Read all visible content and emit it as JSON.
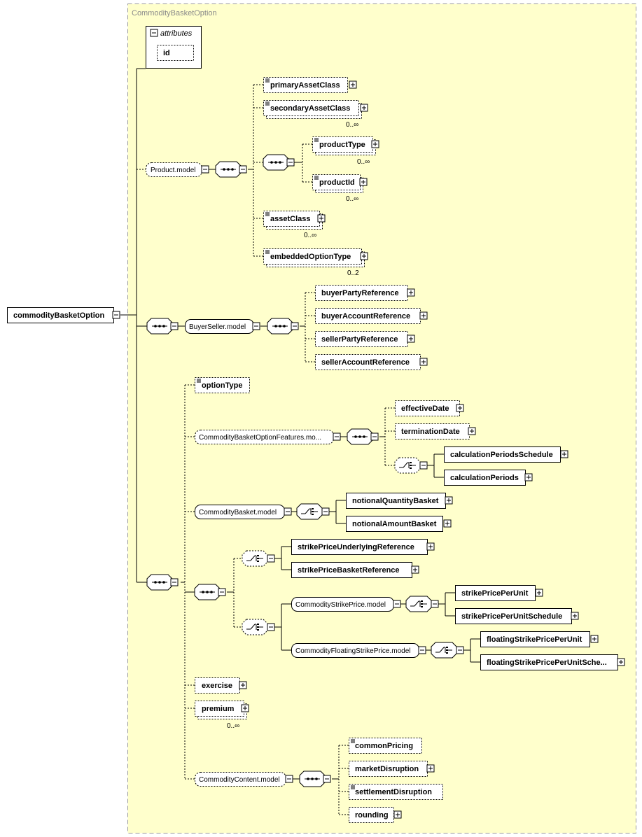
{
  "container": {
    "title": "CommodityBasketOption"
  },
  "attributes": {
    "label": "attributes",
    "id_label": "id"
  },
  "root": {
    "label": "commodityBasketOption"
  },
  "product_model": {
    "label": "Product.model",
    "primary_asset_class": "primaryAssetClass",
    "secondary_asset_class": "secondaryAssetClass",
    "secondary_asset_class_card": "0..∞",
    "product_type": "productType",
    "product_type_card": "0..∞",
    "product_id": "productId",
    "product_id_card": "0..∞",
    "asset_class": "assetClass",
    "asset_class_card": "0..∞",
    "embedded_option_type": "embeddedOptionType",
    "embedded_option_type_card": "0..2"
  },
  "buyer_seller_model": {
    "label": "BuyerSeller.model",
    "buyer_party_reference": "buyerPartyReference",
    "buyer_account_reference": "buyerAccountReference",
    "seller_party_reference": "sellerPartyReference",
    "seller_account_reference": "sellerAccountReference"
  },
  "option_type": "optionType",
  "features_model": {
    "label": "CommodityBasketOptionFeatures.mo...",
    "effective_date": "effectiveDate",
    "termination_date": "terminationDate",
    "calculation_periods_schedule": "calculationPeriodsSchedule",
    "calculation_periods": "calculationPeriods"
  },
  "basket_model": {
    "label": "CommodityBasket.model",
    "notional_quantity_basket": "notionalQuantityBasket",
    "notional_amount_basket": "notionalAmountBasket"
  },
  "strike": {
    "strike_price_underlying_reference": "strikePriceUnderlyingReference",
    "strike_price_basket_reference": "strikePriceBasketReference",
    "strike_price_model_label": "CommodityStrikePrice.model",
    "strike_price_per_unit": "strikePricePerUnit",
    "strike_price_per_unit_schedule": "strikePricePerUnitSchedule",
    "floating_model_label": "CommodityFloatingStrikePrice.model",
    "floating_strike_price_per_unit": "floatingStrikePricePerUnit",
    "floating_strike_price_per_unit_schedule": "floatingStrikePricePerUnitSche..."
  },
  "exercise": "exercise",
  "premium": "premium",
  "premium_card": "0..∞",
  "content_model": {
    "label": "CommodityContent.model",
    "common_pricing": "commonPricing",
    "market_disruption": "marketDisruption",
    "settlement_disruption": "settlementDisruption",
    "rounding": "rounding"
  },
  "colors": {
    "container_fill": "#ffffcc",
    "container_border": "#9a9a9a",
    "line": "#000000",
    "box_fill": "#ffffff"
  }
}
